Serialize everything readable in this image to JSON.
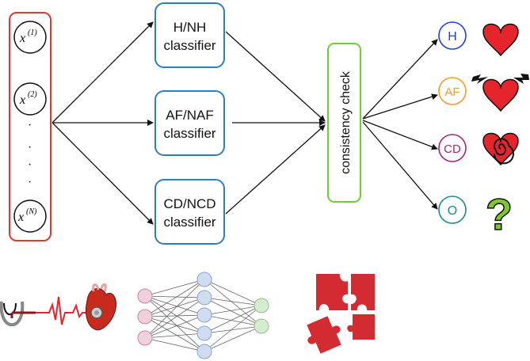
{
  "inputs": {
    "x1": "x",
    "x1_sup": "(1)",
    "x2": "x",
    "x2_sup": "(2)",
    "xn": "x",
    "xn_sup": "(N)",
    "dots": [
      "·",
      "·",
      "·",
      "·"
    ]
  },
  "classifiers": [
    {
      "line1": "H/NH",
      "line2": "classifier"
    },
    {
      "line1": "AF/NAF",
      "line2": "classifier"
    },
    {
      "line1": "CD/NCD",
      "line2": "classifier"
    }
  ],
  "consistency": {
    "label": "consistency check"
  },
  "outputs": [
    {
      "label": "H",
      "color": "#1f3fe8",
      "icon": "heart-icon"
    },
    {
      "label": "AF",
      "color": "#f59a23",
      "icon": "lightning-heart-icon"
    },
    {
      "label": "CD",
      "color": "#a4247a",
      "icon": "spiral-heart-icon"
    },
    {
      "label": "O",
      "color": "#1a8a8a",
      "icon": "question-mark-icon",
      "icon_text": "?"
    }
  ],
  "colors": {
    "input_box": "#e03a2f",
    "classifier_box": "#2f7dbd",
    "consistency_box": "#6ccf3a",
    "heart": "#e5242b",
    "question": "#7ec82a"
  },
  "bottom_icons": [
    "stethoscope-ecg-heart-icon",
    "neural-network-icon",
    "puzzle-icon"
  ]
}
